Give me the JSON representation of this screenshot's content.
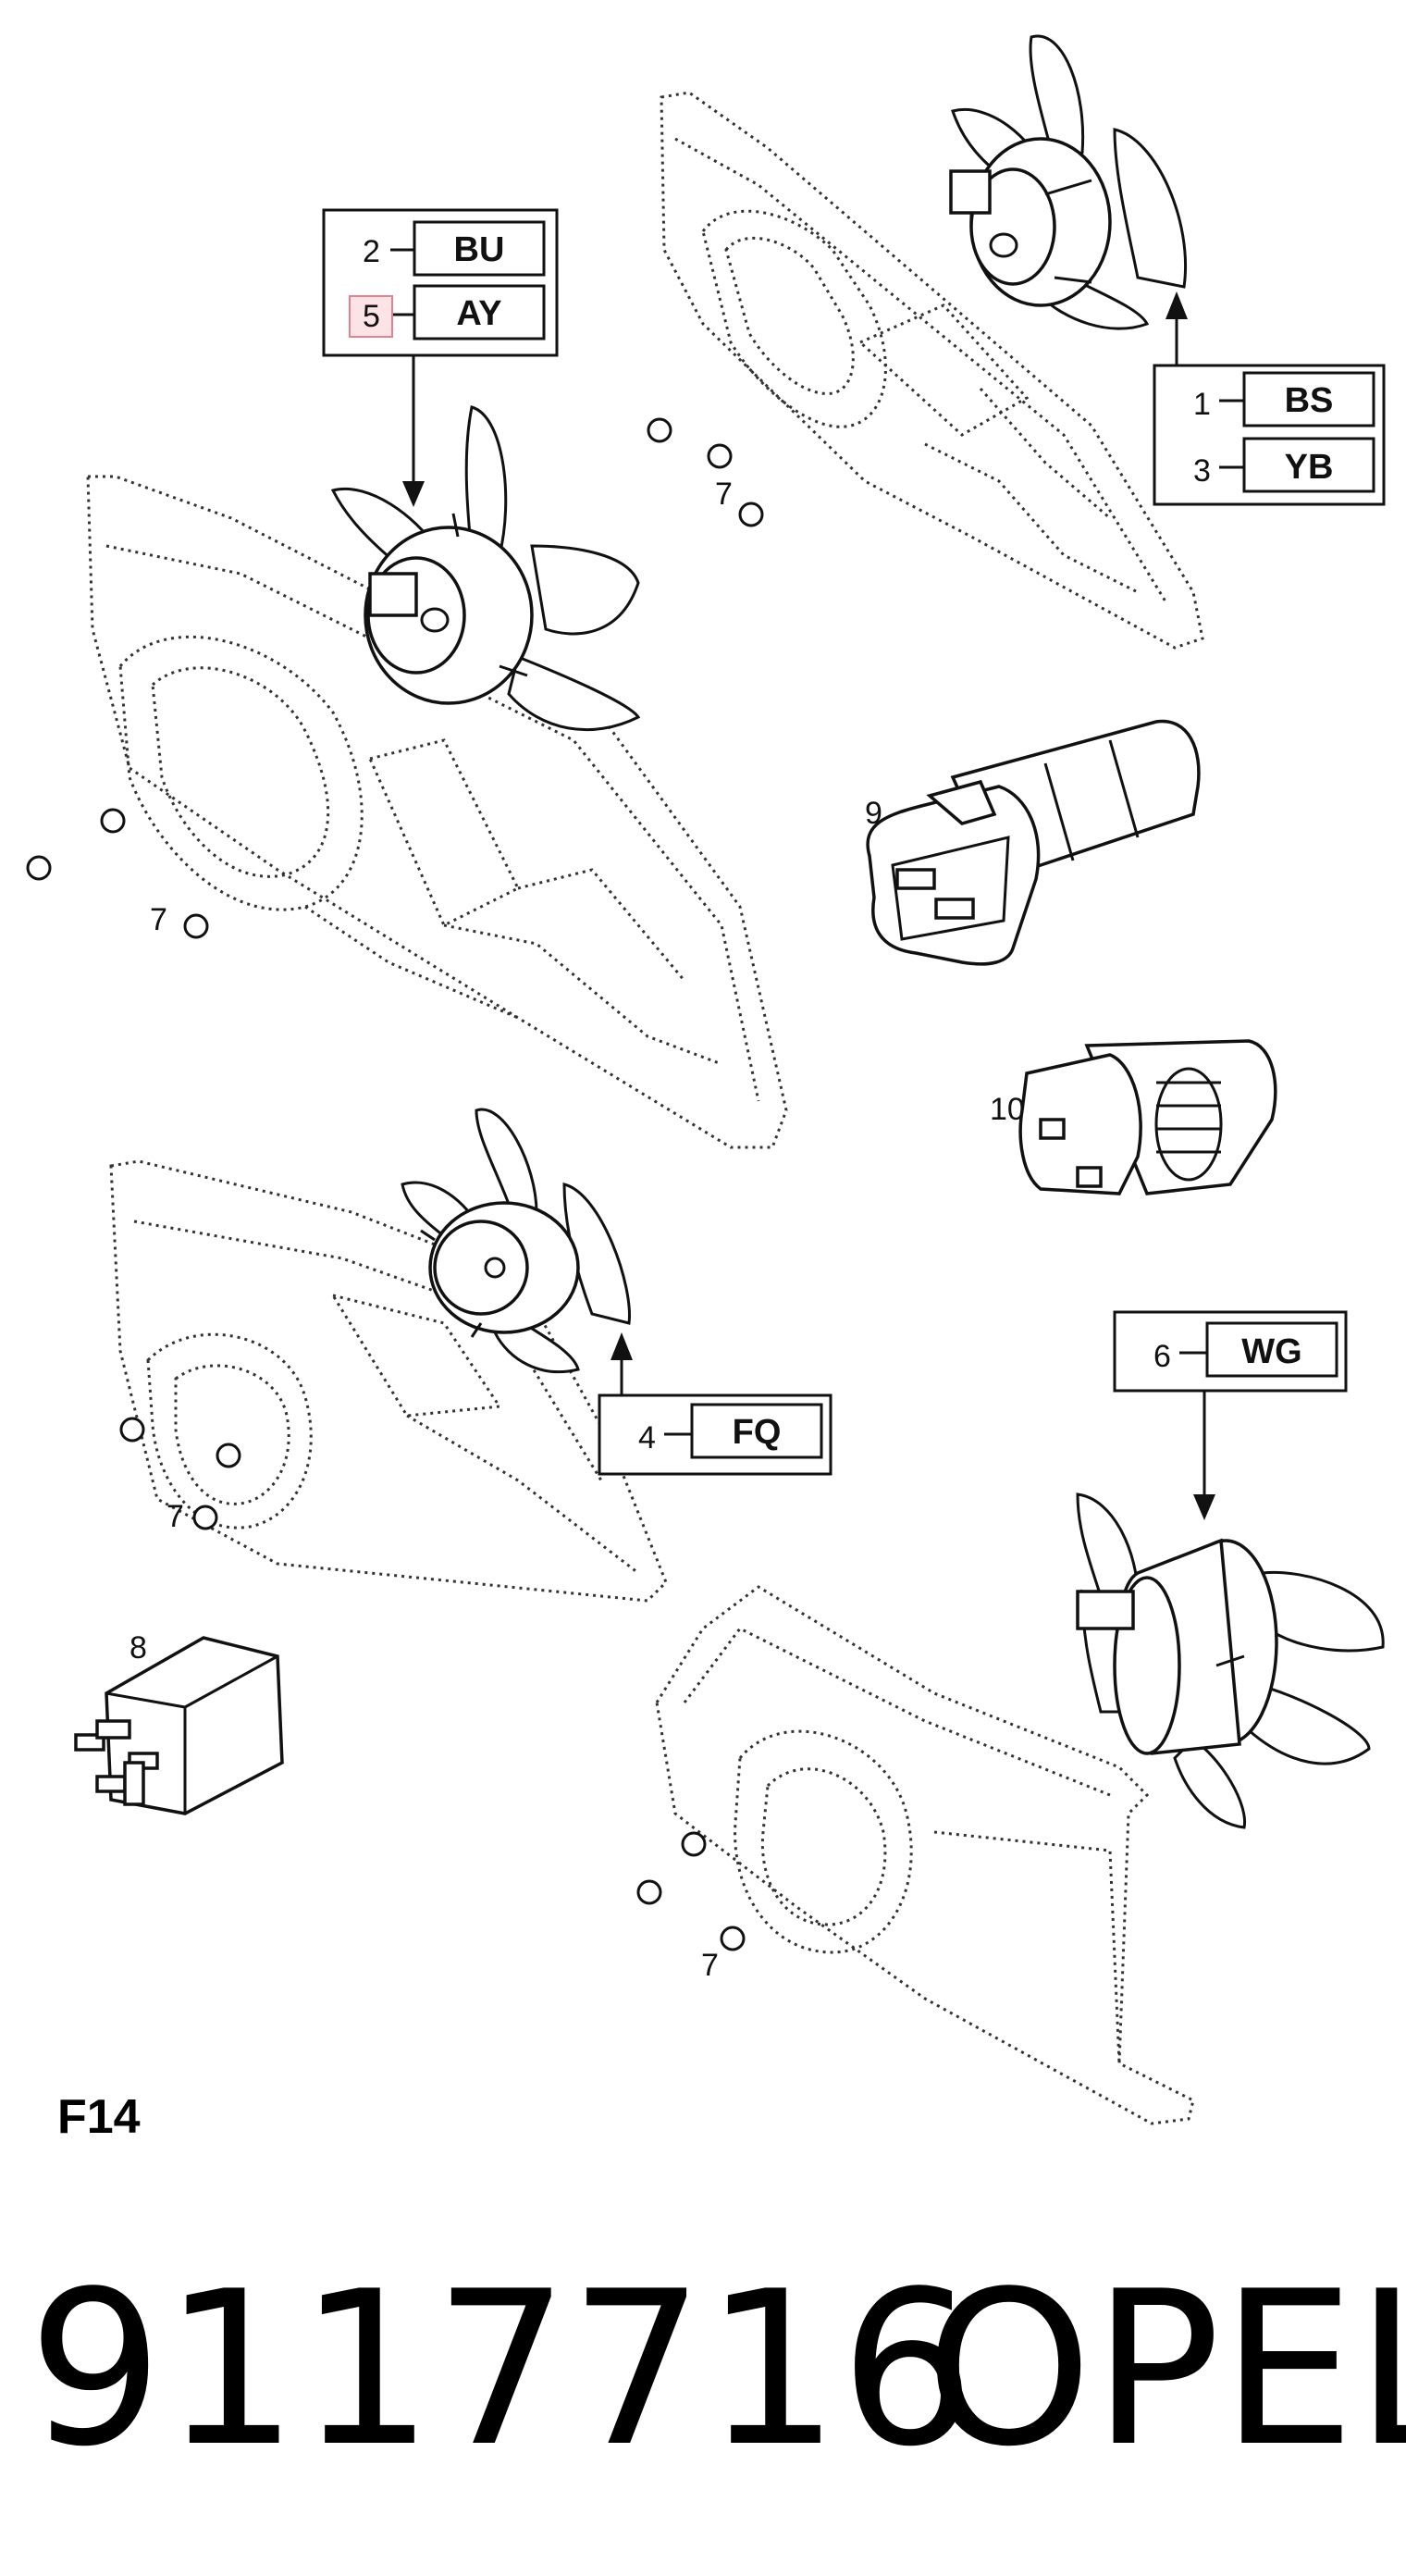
{
  "callouts": [
    {
      "num": "2",
      "code": "BU",
      "highlight": false
    },
    {
      "num": "5",
      "code": "AY",
      "highlight": true
    },
    {
      "num": "1",
      "code": "BS",
      "highlight": false
    },
    {
      "num": "3",
      "code": "YB",
      "highlight": false
    },
    {
      "num": "4",
      "code": "FQ",
      "highlight": false
    },
    {
      "num": "6",
      "code": "WG",
      "highlight": false
    }
  ],
  "part_labels": {
    "nut_a": "7",
    "nut_b": "7",
    "nut_c": "7",
    "nut_d": "7",
    "connector_a": "9",
    "connector_b": "10",
    "relay": "8"
  },
  "section_label": "F14",
  "part_number": "9117716",
  "brand": "OPEL",
  "colors": {
    "line": "#111111",
    "highlight_fill": "#fbe3e6",
    "highlight_stroke": "#e3838f"
  }
}
